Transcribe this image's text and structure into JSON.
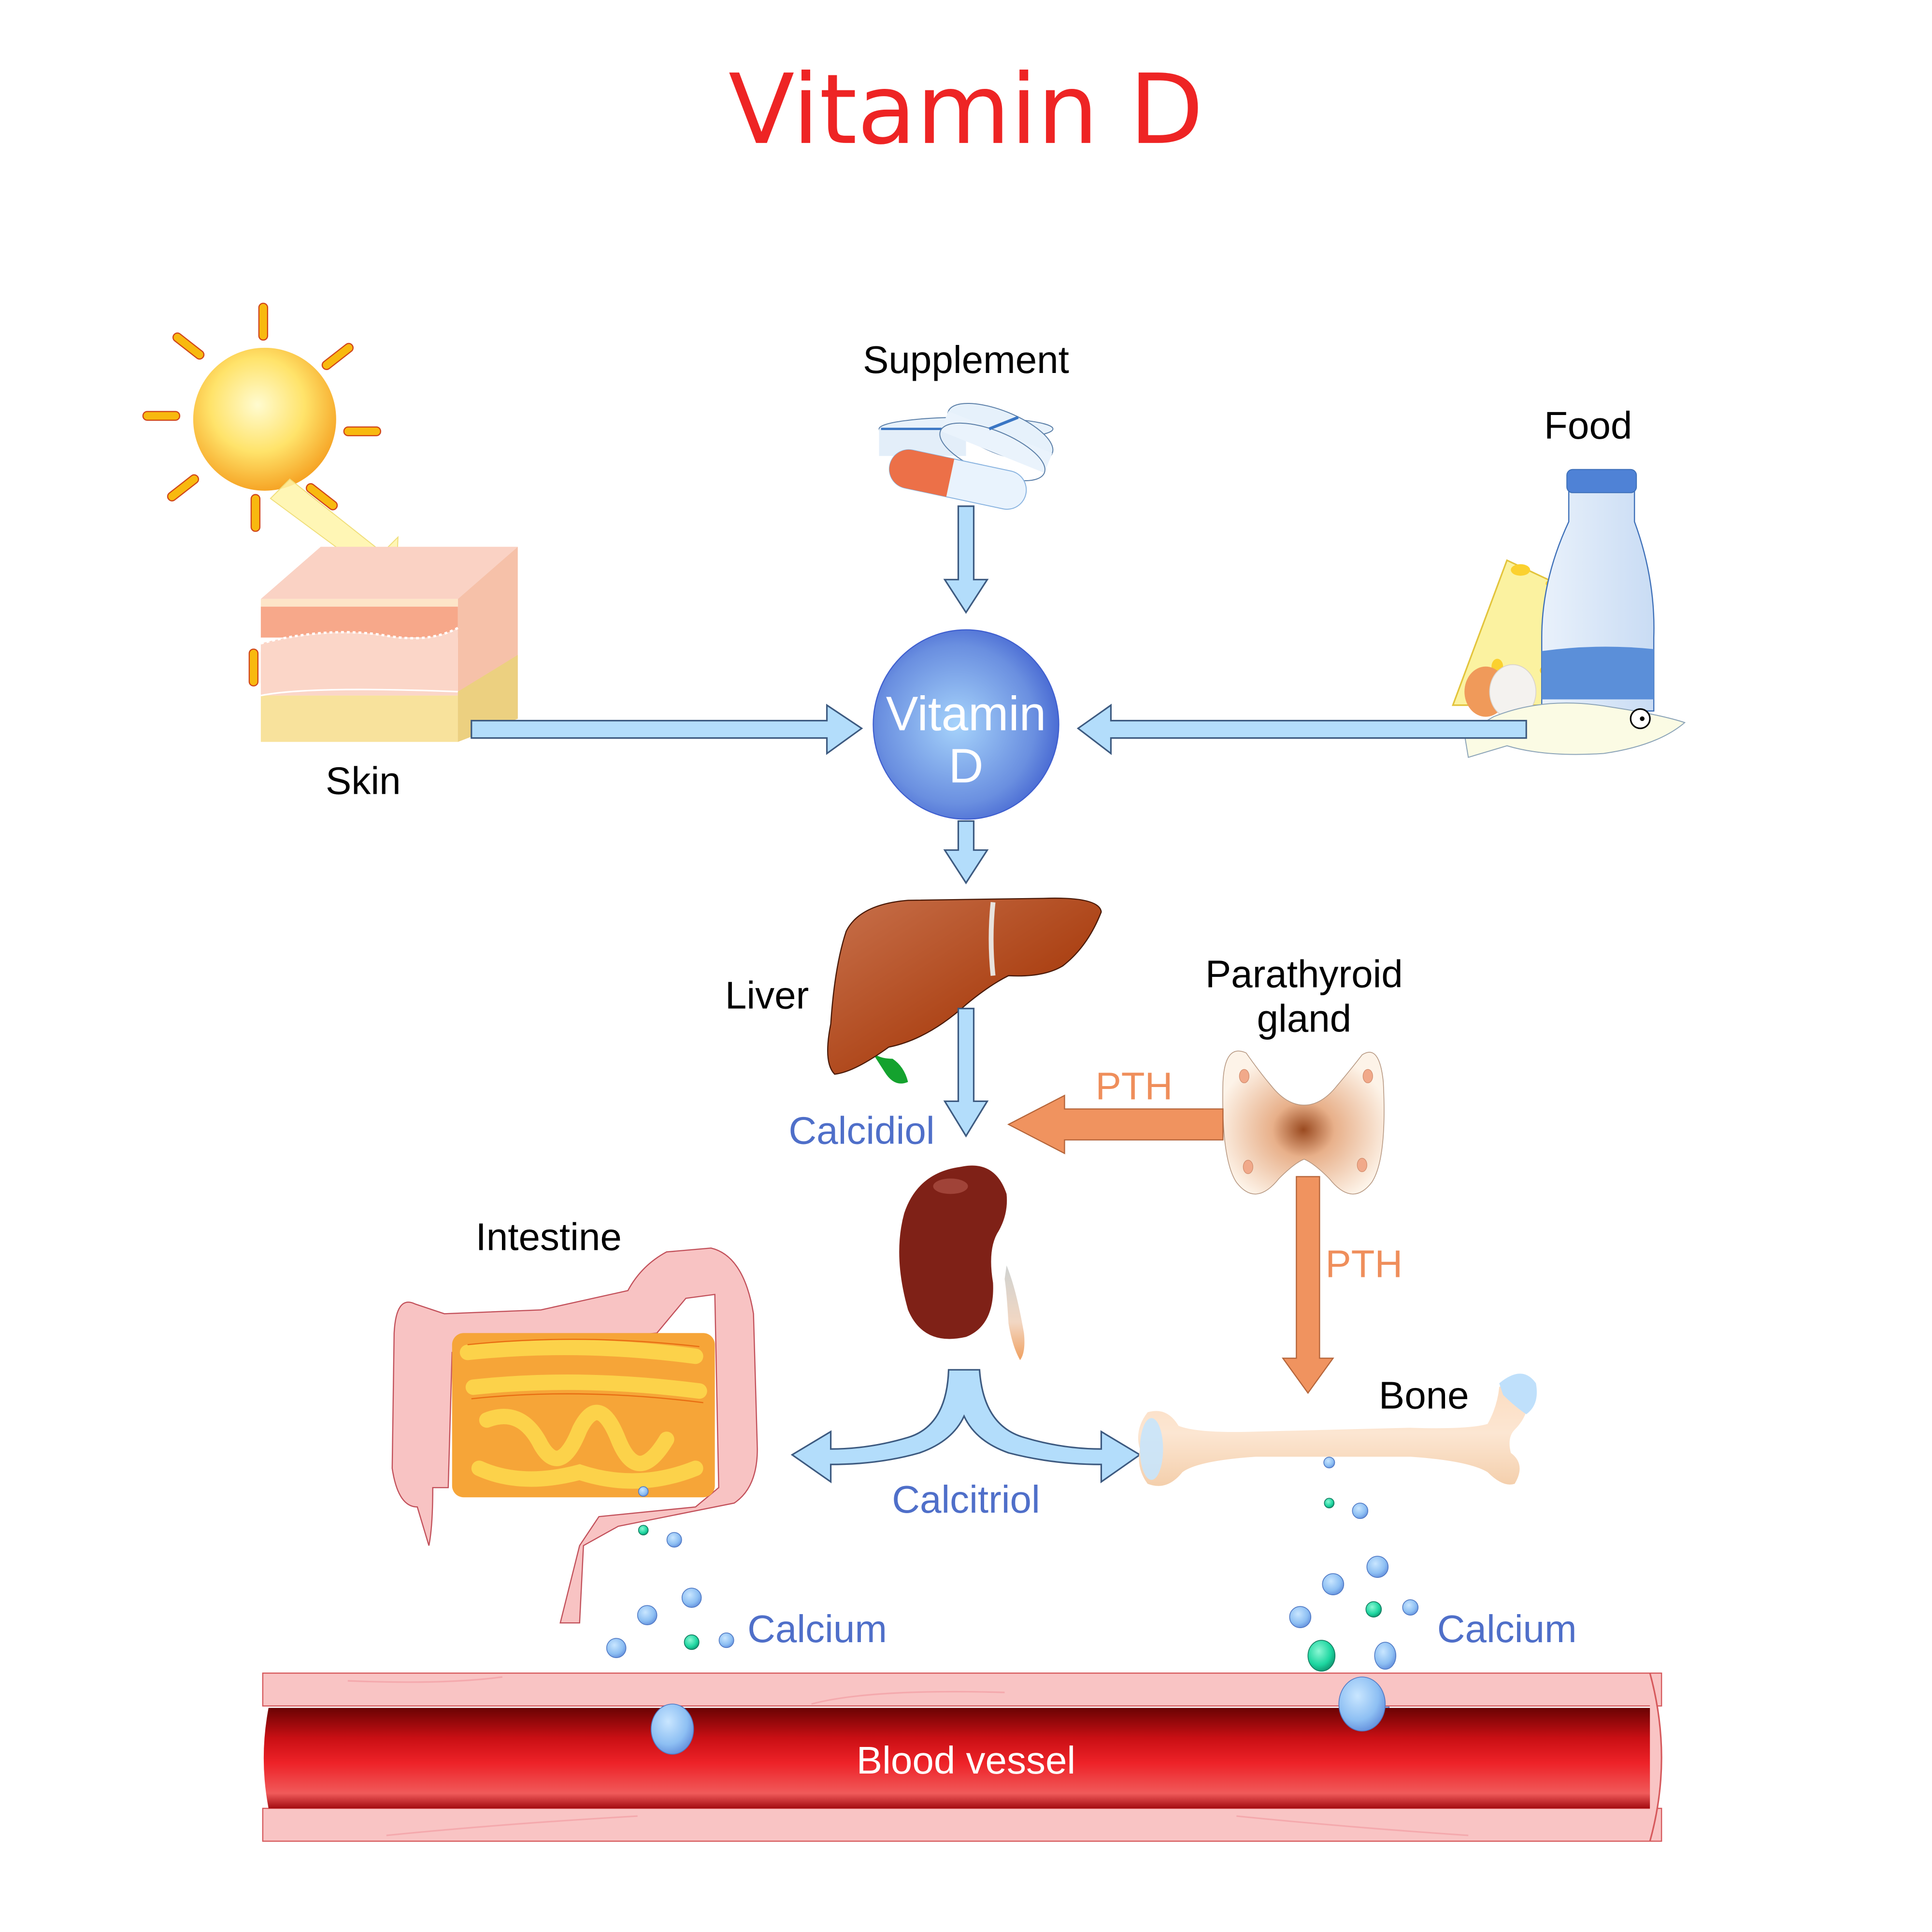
{
  "title": "Vitamin D",
  "colors": {
    "title": "#ee2424",
    "label": "#000000",
    "compound_label": "#4f6fc9",
    "pth_label": "#ef8e5b",
    "arrow_blue": "#b3ddfb",
    "arrow_orange": "#f0935f",
    "vitamin_circle": "#4a6fd6",
    "blood": "#e8202a",
    "vessel_wall": "#f9c4c4",
    "calcium_ion": "#8fc2f5",
    "phosphate_ion": "#1fd6a0"
  },
  "sources": {
    "skin": {
      "label": "Skin",
      "icon": "sun-and-skin-icon"
    },
    "supplement": {
      "label": "Supplement",
      "icon": "pills-icon"
    },
    "food": {
      "label": "Food",
      "icon": "milk-cheese-egg-fish-icon"
    }
  },
  "center": {
    "line1": "Vitamin",
    "line2": "D"
  },
  "organs": {
    "liver": {
      "label": "Liver"
    },
    "parathyroid": {
      "line1": "Parathyroid",
      "line2": "gland"
    },
    "kidney": {
      "label": ""
    },
    "intestine": {
      "label": "Intestine"
    },
    "bone": {
      "label": "Bone"
    },
    "blood_vessel": {
      "label": "Blood vessel"
    }
  },
  "compounds": {
    "calcidiol": "Calcidiol",
    "calcitriol": "Calcitriol",
    "pth_to_kidney": "PTH",
    "pth_to_bone": "PTH",
    "calcium_left": "Calcium",
    "calcium_right": "Calcium"
  },
  "flows": [
    {
      "from": "Skin",
      "to": "Vitamin D"
    },
    {
      "from": "Supplement",
      "to": "Vitamin D"
    },
    {
      "from": "Food",
      "to": "Vitamin D"
    },
    {
      "from": "Vitamin D",
      "to": "Liver"
    },
    {
      "from": "Liver",
      "to": "Kidney",
      "via": "Calcidiol"
    },
    {
      "from": "Parathyroid gland",
      "to": "Kidney",
      "via": "PTH"
    },
    {
      "from": "Parathyroid gland",
      "to": "Bone",
      "via": "PTH"
    },
    {
      "from": "Kidney",
      "to": "Intestine",
      "via": "Calcitriol"
    },
    {
      "from": "Kidney",
      "to": "Bone",
      "via": "Calcitriol"
    },
    {
      "from": "Intestine",
      "to": "Blood vessel",
      "via": "Calcium"
    },
    {
      "from": "Bone",
      "to": "Blood vessel",
      "via": "Calcium"
    }
  ]
}
